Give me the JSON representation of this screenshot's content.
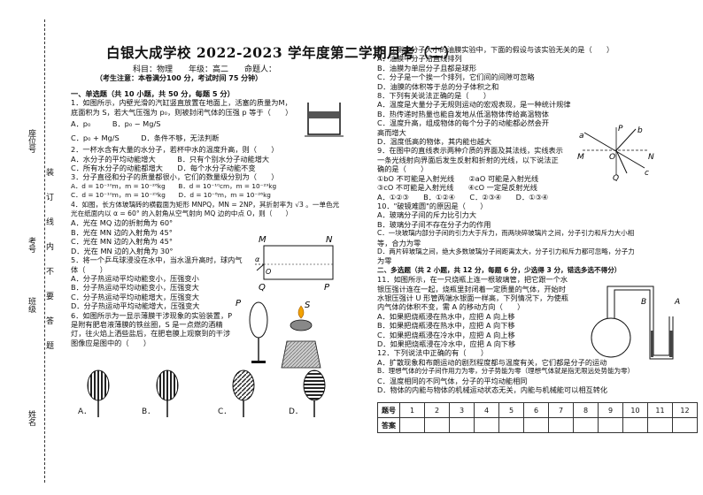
{
  "header": {
    "title": "白银大成学校 2022-2023 学年度第二学期月考（二）",
    "subject_line": "科目：物理　　年级：高二　　命题人：",
    "note": "（考生注意：本卷满分100 分，考试时间 75 分钟）"
  },
  "binding": {
    "seat_label": "座位号",
    "exam_no_label": "考号",
    "class_label": "班级",
    "name_label": "姓名",
    "warning_chars": [
      "装",
      "订",
      "线",
      "内",
      "不",
      "要",
      "答",
      "题"
    ]
  },
  "left_column": [
    "一、单选题（共 10 小题，共 50 分，每题 5 分）",
    "1．如图所示，内壁光滑的汽缸竖直放置在地面上，活塞的质量为M，",
    "底面积为 S，若大气压强为 p₀，则被封闭气体的压强 p 等于（　　）",
    "A．p₀　　　B．p₀ − Mg/S",
    "C．p₀ + Mg/S　　　D．条件不够，无法判断",
    "2．一杯水含有大量的水分子，若杯中水的温度升高，则（　　）",
    "A．水分子的平均动能增大　　　B．只有个别水分子动能增大",
    "C．所有水分子的动能都增大　　D．每个水分子动能不变",
    "3．分子直径和分子的质量都很小，它们的数量级分别为（　　）",
    "A．d = 10⁻¹⁰m，m = 10⁻²⁶kg　　B．d = 10⁻¹⁰cm，m = 10⁻²⁹kg",
    "C．d = 10⁻¹⁰m，m = 10⁻²⁹kg　　D．d = 10⁻⁸m，m = 10⁻²⁶kg",
    "4．如图，长方体玻璃砖的横截面为矩形 MNPQ，MN = 2NP，其折射率为 √3 。一单色光",
    "光在纸面内以 α = 60° 的入射角从空气射向 MQ 边的中点 O，则（　　）",
    "A．光在 MQ 边的折射角为 60°",
    "B．光在 MN 边的入射角为 45°",
    "C．光在 MN 边的入射角为 45°",
    "D．光在 MN 边的入射角为 30°",
    "5．将一个乒乓球浸没在水中，当水温升高时，球内气",
    "体（　　）",
    "A．分子热运动平均动能变小，压强变小",
    "B．分子热运动平均动能变小，压强变大",
    "C．分子热运动平均动能增大，压强变大",
    "D．分子热运动平均动能增大，压强变大",
    "6．如图所示为一显示薄膜干涉现象的实验装置，P",
    "是附有肥皂液薄膜的铁丝圈，S 是一点燃的酒精",
    "灯，往火焰上洒些盐后，在肥皂膜上观察到的干涉",
    "图像应是图中的（　　）"
  ],
  "right_column": [
    "7．在测定分子大小的油膜实验中，下面的假设与该实验无关的是（　　）",
    "A．油膜中分子沿直线排列",
    "B．油膜为单层分子且都是球形",
    "C．分子是一个挨一个排列，它们间的间隙可忽略",
    "D．油膜的体积等于总的分子体积之和",
    "8．下列有关说法正确的是（　　）",
    "A．温度是大量分子无规则运动的宏观表现，是一种统计规律",
    "B．热传递时热量也能自发地从低温物体传给高温物体",
    "C．温度升高，组成物体的每个分子的动能都必然会开",
    "高而增大",
    "D．温度低高的物体，其内能也越大",
    "9．在图中的直线表示两种介质的界面及其法线，实线表示",
    "一条光线射向界面后发生反射和折射的光线，以下说法正",
    "确的是（　　）",
    "①bO 不可能是入射光线　　②aO 可能是入射光线",
    "③cO 不可能是入射光线　　④cO 一定是反射光线",
    "A．①②③　　B．①②④　　C．②③④　　D．①③④",
    "10．\"破镜难圆\"的原因是（　　）",
    "A．玻璃分子间的斥力比引力大",
    "B．玻璃分子间不存在分子力的作用",
    "C．一块玻璃内部分子间的引力大于斥力，而两块碎玻璃片之间，分子引力和斥力大小相",
    "等，合力为零",
    "D．两片碎玻璃之间，绝大多数玻璃分子间距离太大，分子引力和斥力都可忽略，分子力",
    "为零",
    "二、多选题（共 2 小题，共 12 分，每题 6 分，少选得 3 分，错选多选不得分）",
    "11．如图所示，在一只烧瓶上连一根玻璃管，把它跟一个水",
    "银压强计连在一起，烧瓶里封闭着一定质量的气体，开始时",
    "水银压强计 U 形管两端水银面一样高，下列情况下，为使瓶",
    "内气体的体积不变，需 A 的移动方向（　　）",
    "A．如果把烧瓶浸在热水中，应把 A 向上移",
    "B．如果把烧瓶浸在热水中，应把 A 向下移",
    "C．如果把烧瓶浸在冷水中，应把 A 向上移",
    "D．如果把烧瓶浸在冷水中，应把 A 向下移",
    "12．下列说法中正确的有（　　）",
    "A．扩散现象和布朗运动的剧烈程度都与温度有关，它们都是分子的运动",
    "B．理想气体的分子间作用力为零，分子势能为零（理想气体就是指无限远处势能为零）",
    "C．温度相同的不同气体，分子的平均动能相同",
    "D．物体的内能与物体的机械运动状态无关，内能与机械能可以相互转化"
  ],
  "answer_table": {
    "row1_header": "题号",
    "row2_header": "答案",
    "numbers": [
      "1",
      "2",
      "3",
      "4",
      "5",
      "6",
      "7",
      "8",
      "9",
      "10",
      "11",
      "12"
    ]
  },
  "figure_labels": {
    "fig4": {
      "M": "M",
      "N": "N",
      "Q": "Q",
      "P": "P",
      "O": "O",
      "alpha": "α"
    },
    "fig6": {
      "P": "P",
      "S": "S"
    },
    "fig6_options": [
      "A．",
      "B．",
      "C．",
      "D．"
    ],
    "fig9": {
      "a": "a",
      "P": "P",
      "b": "b",
      "M": "M",
      "O": "O",
      "N": "N",
      "c": "c",
      "Q": "Q"
    },
    "fig11": {
      "B": "B",
      "A": "A"
    }
  }
}
